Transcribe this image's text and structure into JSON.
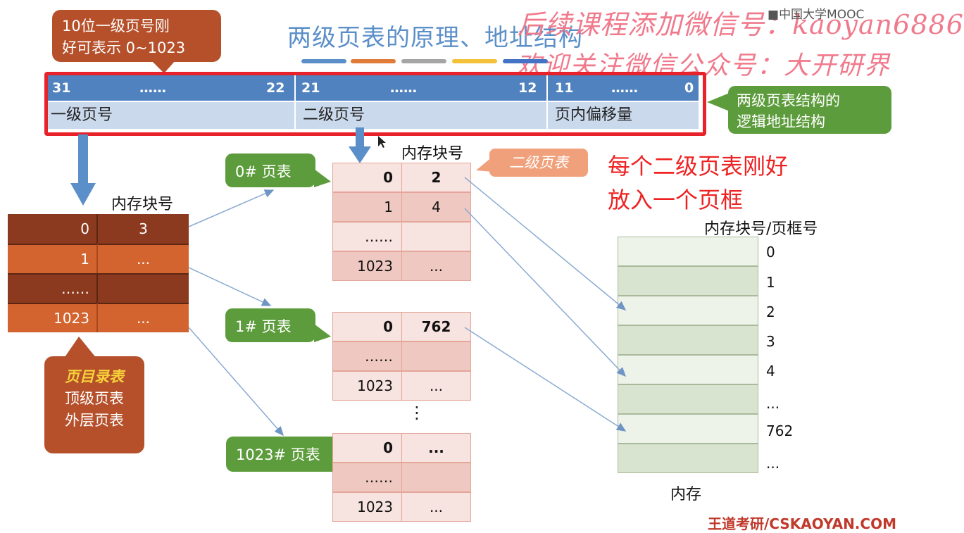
{
  "title": "两级页表的原理、地址结构",
  "watermark": {
    "line1": "后续课程添加微信号：kaoyan6886",
    "line2": "欢迎关注微信公众号：大开研界",
    "logo": "中国大学MOOC"
  },
  "callouts": {
    "top_left": [
      "10位一级页号刚",
      "好可表示 0~1023"
    ],
    "logical_addr": [
      "两级页表结构的",
      "逻辑地址结构"
    ],
    "page_dir": {
      "em": "页目录表",
      "lines": [
        "顶级页表",
        "外层页表"
      ]
    },
    "second_level": "二级页表"
  },
  "address": {
    "fields": [
      {
        "hi": "31",
        "mid": "……",
        "lo": "22",
        "name": "一级页号"
      },
      {
        "hi": "21",
        "mid": "……",
        "lo": "12",
        "name": "二级页号"
      },
      {
        "hi": "11",
        "mid": "……",
        "lo": "0",
        "name": "页内偏移量"
      }
    ]
  },
  "labels": {
    "mem_block": "内存块号",
    "mem_block_frame": "内存块号/页框号",
    "memory": "内存",
    "note": [
      "每个二级页表刚好",
      "放入一个页框"
    ]
  },
  "page_directory": [
    {
      "idx": "0",
      "val": "3"
    },
    {
      "idx": "1",
      "val": "..."
    },
    {
      "idx": "……",
      "val": ""
    },
    {
      "idx": "1023",
      "val": "..."
    }
  ],
  "page_tables": [
    {
      "tag": "0# 页表",
      "rows": [
        {
          "idx": "0",
          "val": "2"
        },
        {
          "idx": "1",
          "val": "4"
        },
        {
          "idx": "……",
          "val": ""
        },
        {
          "idx": "1023",
          "val": "..."
        }
      ]
    },
    {
      "tag": "1# 页表",
      "rows": [
        {
          "idx": "0",
          "val": "762"
        },
        {
          "idx": "……",
          "val": ""
        },
        {
          "idx": "1023",
          "val": "..."
        }
      ]
    },
    {
      "tag": "1023# 页表",
      "rows": [
        {
          "idx": "0",
          "val": "..."
        },
        {
          "idx": "……",
          "val": ""
        },
        {
          "idx": "1023",
          "val": "..."
        }
      ]
    }
  ],
  "vdots": "⋮",
  "memory_frames": [
    "0",
    "1",
    "2",
    "3",
    "4",
    "...",
    "762",
    "..."
  ],
  "footer": "王道考研/CSKAOYAN.COM",
  "colors": {
    "header_blue": "#4f82bf",
    "dir_dark": "#8b3a1f",
    "dir_light": "#d4642f",
    "callout_green": "#5d9c3c",
    "callout_brown": "#b5502b",
    "note_red": "#ee2222",
    "frame_red": "#e8222a"
  }
}
